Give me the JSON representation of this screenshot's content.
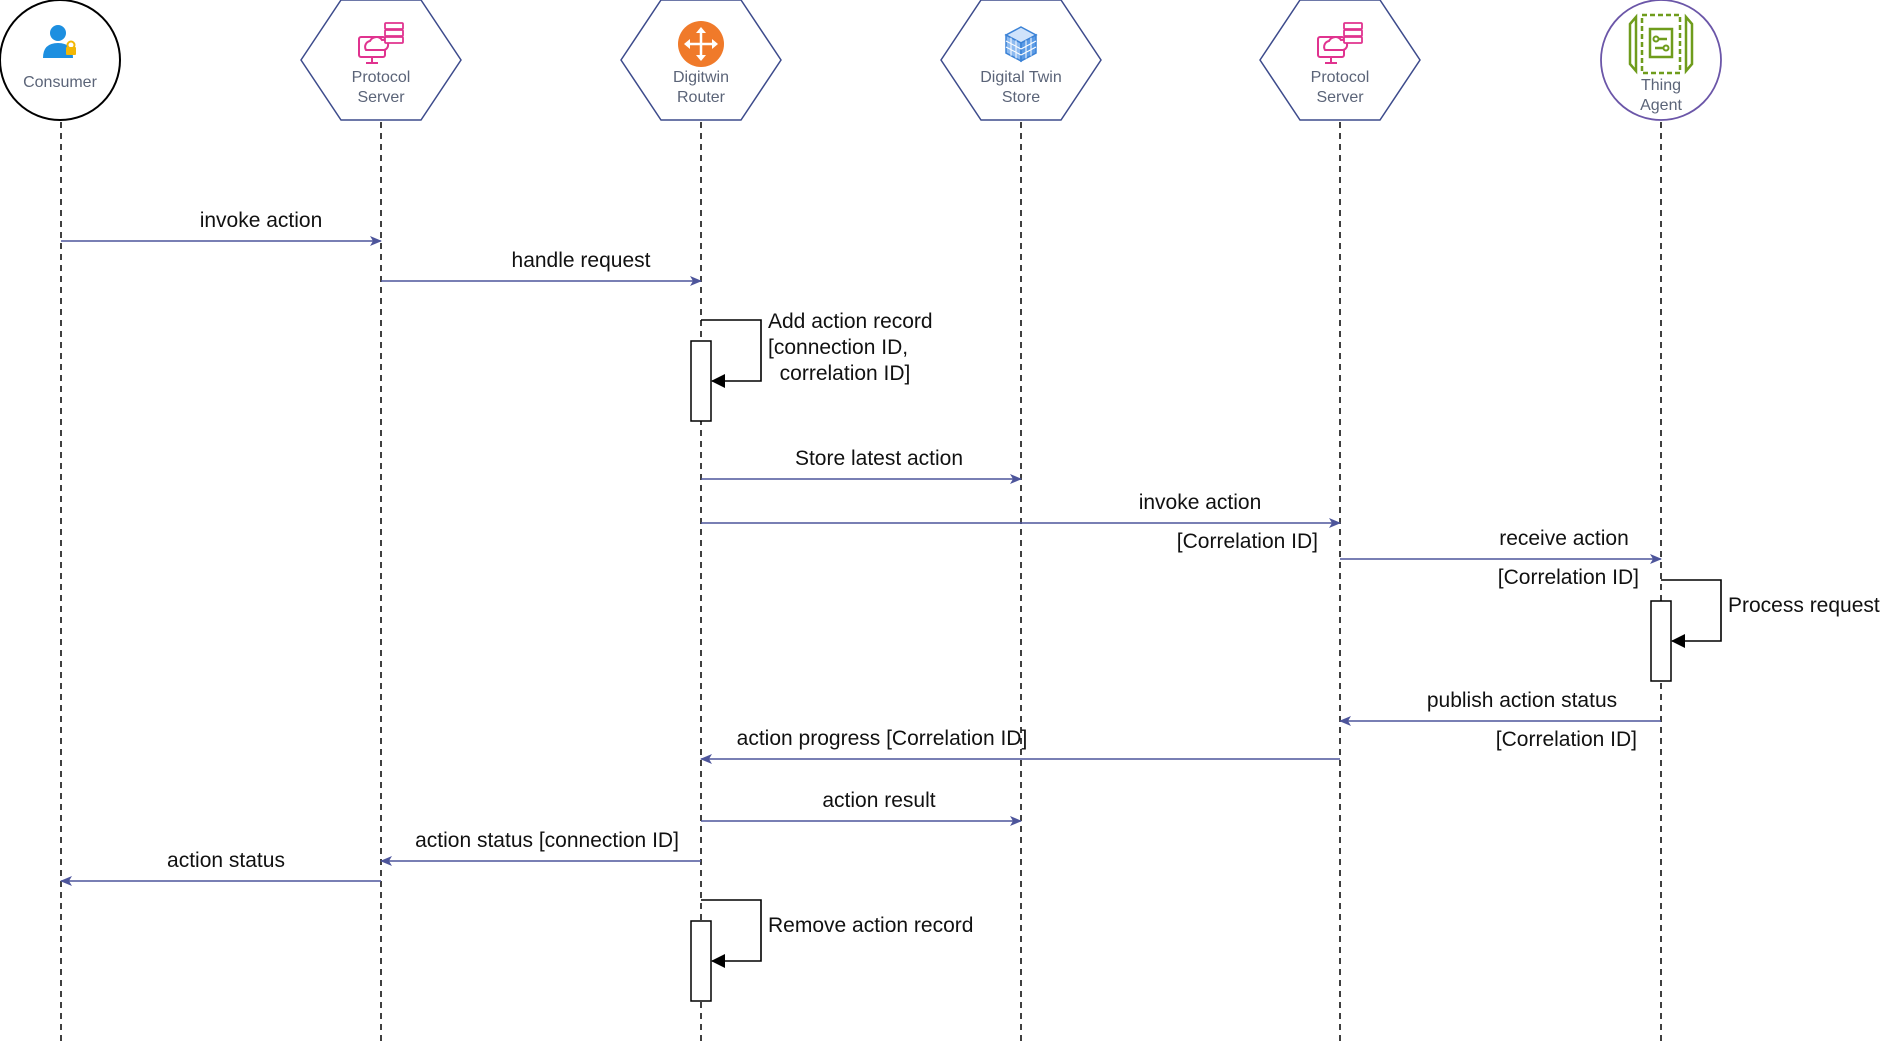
{
  "actors": [
    {
      "id": "consumer",
      "lines": [
        "Consumer"
      ],
      "shape": "circle",
      "icon": "consumer-user-icon",
      "label_color": "#5b63a8"
    },
    {
      "id": "protocol-server-1",
      "lines": [
        "Protocol",
        "Server"
      ],
      "shape": "hexagon",
      "icon": "protocol-server-icon",
      "label_color": "#5b6478"
    },
    {
      "id": "digitwin-router",
      "lines": [
        "Digitwin",
        "Router"
      ],
      "shape": "hexagon",
      "icon": "router-icon",
      "label_color": "#5b6478"
    },
    {
      "id": "digital-twin-store",
      "lines": [
        "Digital Twin",
        "Store"
      ],
      "shape": "hexagon",
      "icon": "database-cube-icon",
      "label_color": "#5b6478"
    },
    {
      "id": "protocol-server-2",
      "lines": [
        "Protocol",
        "Server"
      ],
      "shape": "hexagon",
      "icon": "protocol-server-icon",
      "label_color": "#5b6478"
    },
    {
      "id": "thing-agent",
      "lines": [
        "Thing",
        "Agent"
      ],
      "shape": "circle",
      "icon": "thing-agent-icon",
      "label_color": "#5b6478"
    }
  ],
  "messages": [
    {
      "from": 0,
      "to": 1,
      "label": "invoke action",
      "sublabel": ""
    },
    {
      "from": 1,
      "to": 2,
      "label": "handle request",
      "sublabel": ""
    },
    {
      "from": 2,
      "to": 3,
      "label": "Store latest action",
      "sublabel": ""
    },
    {
      "from": 2,
      "to": 4,
      "label": "invoke action",
      "sublabel": "[Correlation ID]"
    },
    {
      "from": 4,
      "to": 5,
      "label": "receive action",
      "sublabel": "[Correlation ID]"
    },
    {
      "from": 5,
      "to": 4,
      "label": "publish action status",
      "sublabel": "[Correlation ID]"
    },
    {
      "from": 4,
      "to": 2,
      "label": "action progress  [Correlation ID]",
      "sublabel": ""
    },
    {
      "from": 2,
      "to": 3,
      "label": "action result",
      "sublabel": ""
    },
    {
      "from": 2,
      "to": 1,
      "label": "action status [connection ID]",
      "sublabel": ""
    },
    {
      "from": 1,
      "to": 0,
      "label": "action status",
      "sublabel": ""
    }
  ],
  "self_calls": [
    {
      "actor": 2,
      "lines": [
        "Add action record",
        "[connection ID,",
        "  correlation ID]"
      ]
    },
    {
      "actor": 5,
      "lines": [
        "Process request"
      ]
    },
    {
      "actor": 2,
      "lines": [
        "Remove action record"
      ]
    }
  ],
  "colors": {
    "message_line": "#4d559b",
    "hexagon_stroke": "#3d4b8c",
    "thing_agent_stroke": "#6b56a8",
    "consumer_stroke": "#000000",
    "lifeline": "#000000",
    "self_call": "#000000",
    "protocol_icon": "#e0338f",
    "router_icon": "#f07a2a",
    "store_icon": "#3b82d6",
    "thing_icon": "#6f9c1c",
    "consumer_icon": "#1d8fe0"
  }
}
